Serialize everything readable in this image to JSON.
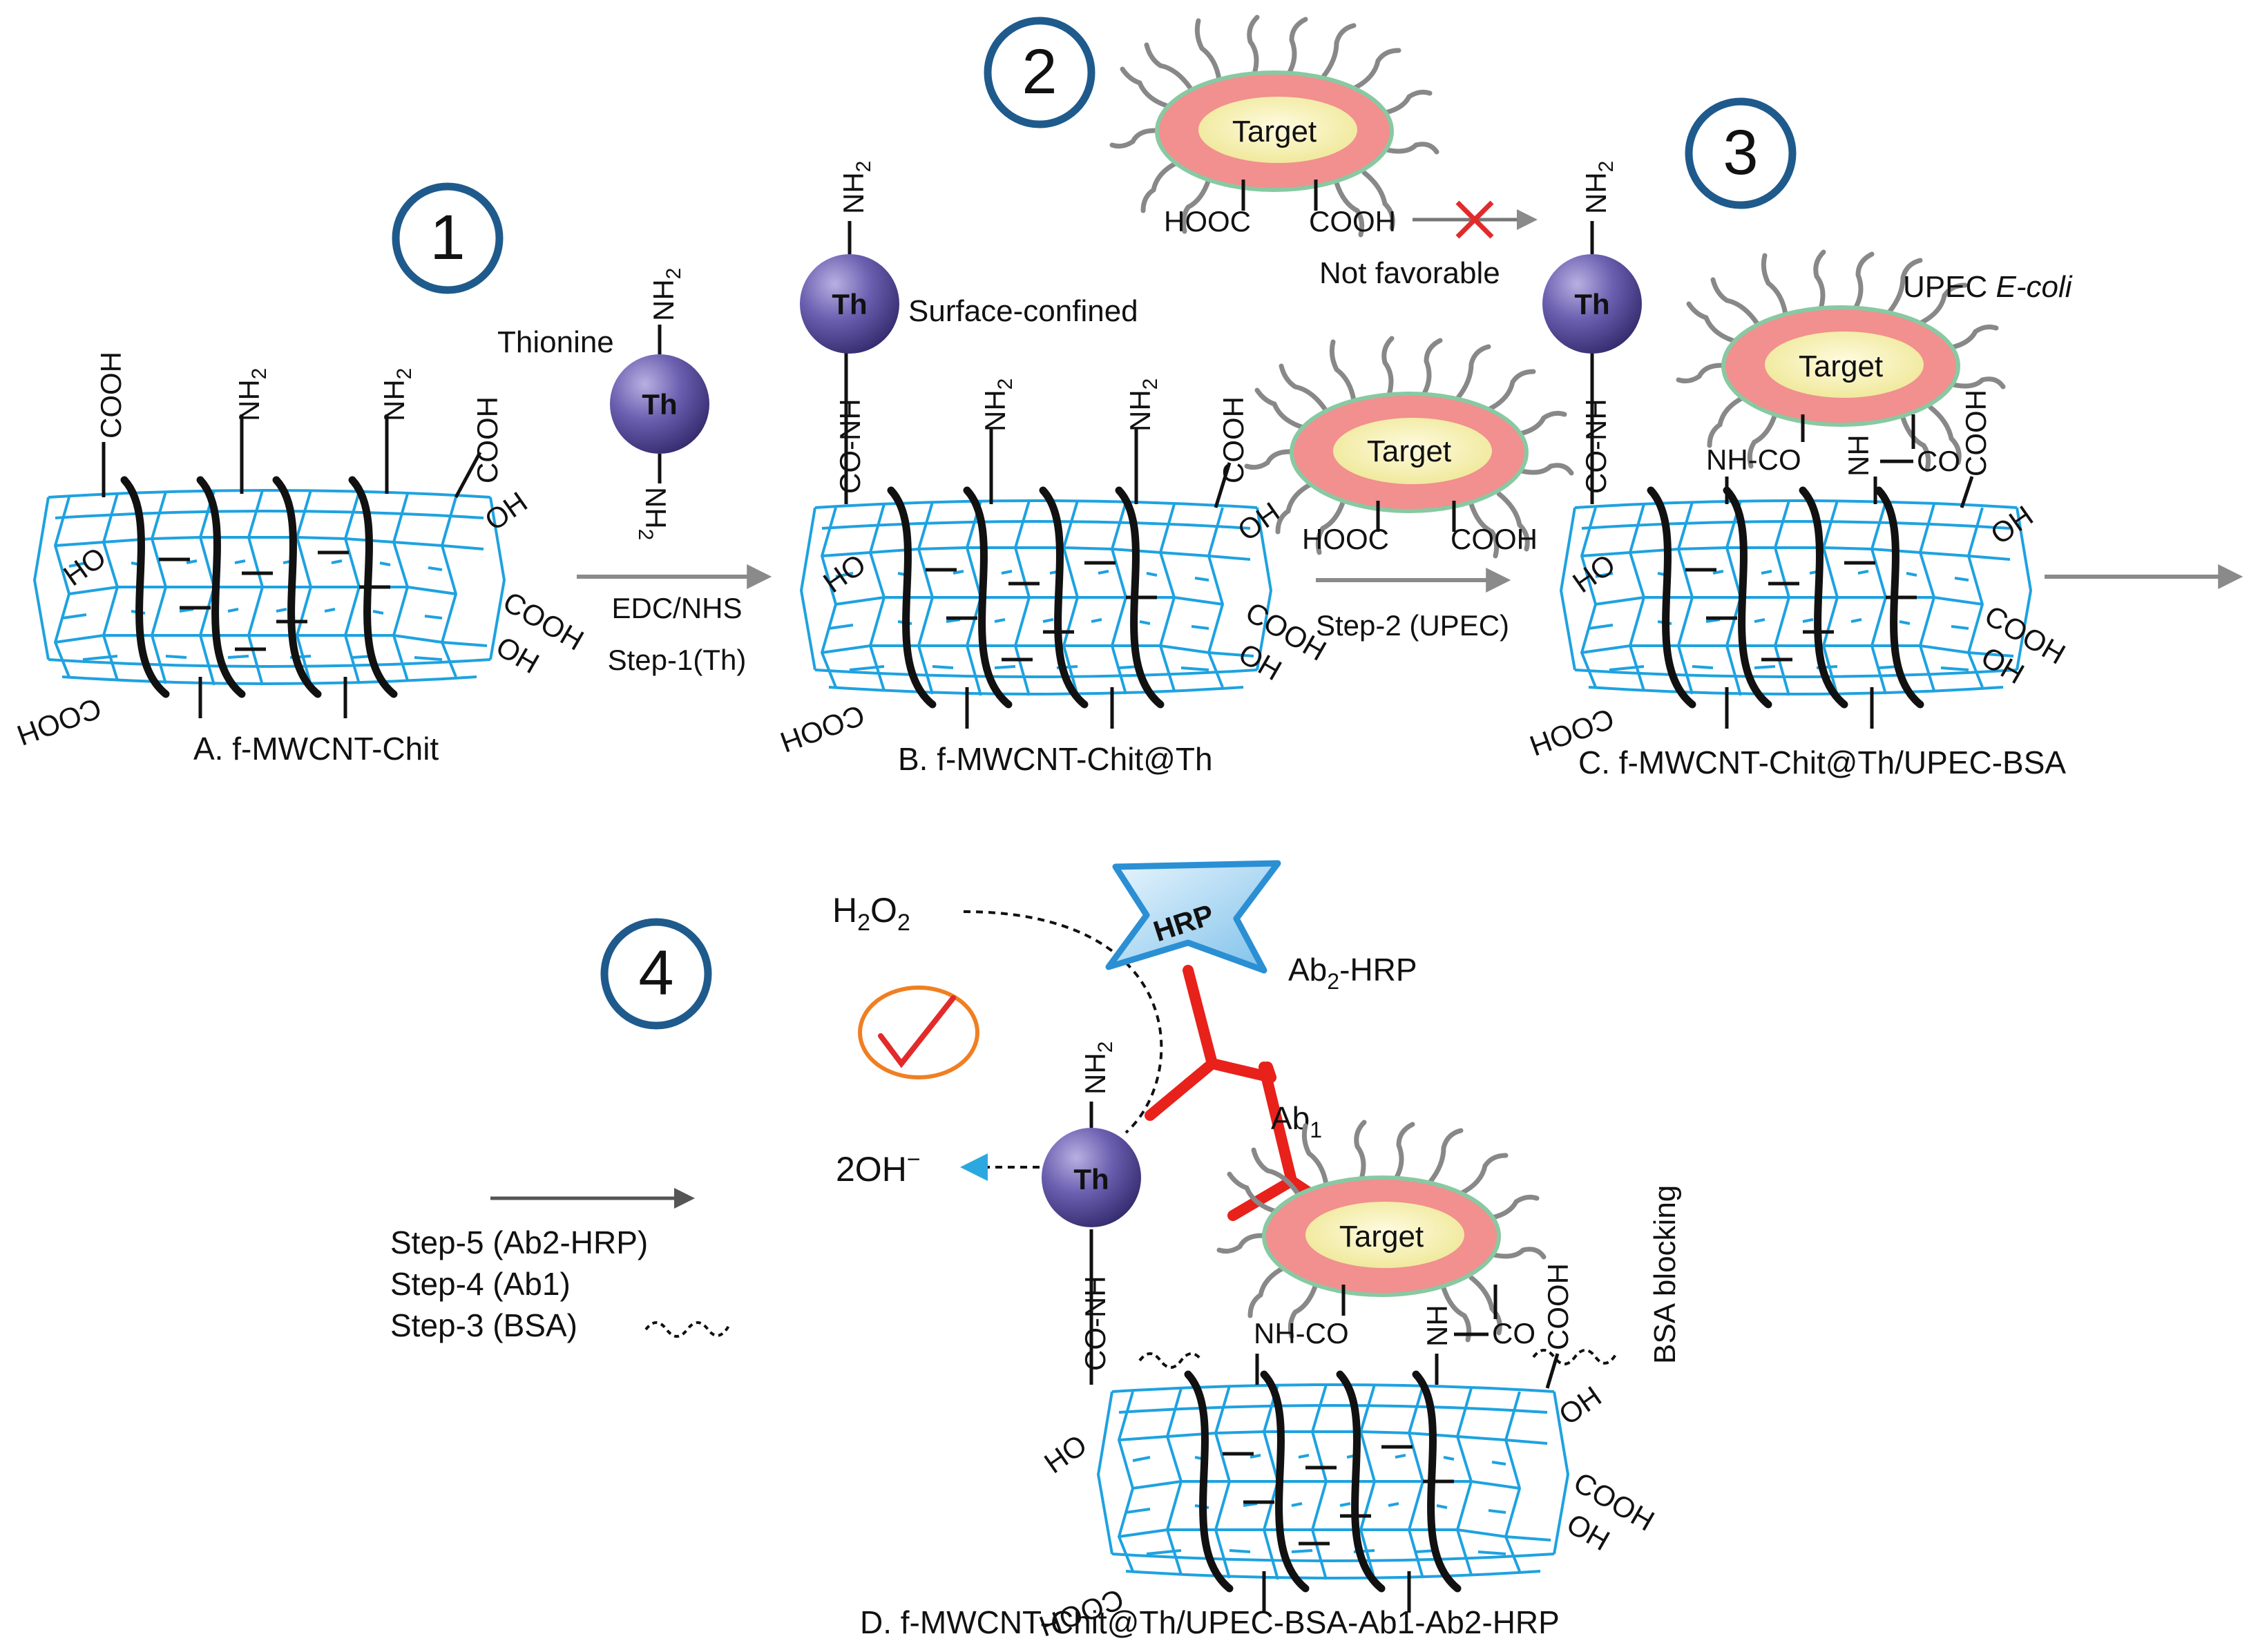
{
  "steps": {
    "step1_number": "1",
    "step2_number": "2",
    "step3_number": "3",
    "step4_number": "4"
  },
  "panels": {
    "a_caption": "A. f-MWCNT-Chit",
    "b_caption": "B. f-MWCNT-Chit@Th",
    "c_caption": "C. f-MWCNT-Chit@Th/UPEC-BSA",
    "d_caption": "D. f-MWCNT-Chit@Th/UPEC-BSA-Ab1-Ab2-HRP"
  },
  "groups": {
    "cooh": "COOH",
    "hooc": "HOOC",
    "oh": "OH",
    "ho": "HO",
    "nh2": "NH2",
    "nh2_base": "NH",
    "nh2_sub": "2",
    "co_nh": "CO-NH",
    "nh_co": "NH-CO",
    "nh": "NH",
    "co": "CO",
    "th": "Th"
  },
  "labels": {
    "thionine": "Thionine",
    "surface_confined": "Surface-confined",
    "not_favorable": "Not favorable",
    "upec": "UPEC ",
    "e_coli": "E-coli",
    "target": "Target",
    "hrp": "HRP",
    "ab2_hrp_base": "Ab",
    "ab2_hrp_sub": "2",
    "ab2_hrp_rest": "-HRP",
    "ab1_base": "Ab",
    "ab1_sub": "1",
    "h2o2_h": "H",
    "h2o2_sub": "2",
    "h2o2_o": "O",
    "h2o2_sub2": "2",
    "oh_minus": "2OH",
    "oh_minus_sup": "−",
    "bsa_blocking": "BSA blocking"
  },
  "arrows": {
    "step1_reagent": "EDC/NHS",
    "step1_label": "Step-1(Th)",
    "step2_label": "Step-2 (UPEC)",
    "step5_label": "Step-5 (Ab2-HRP)",
    "step4_label": "Step-4 (Ab1)",
    "step3_label": "Step-3 (BSA)"
  },
  "colors": {
    "nanotube": "#1ea2e0",
    "chitosan": "#111111",
    "thionine": "#4a3f85",
    "bacteria_outer": "#f08d8d",
    "bacteria_inner": "#f6f2a2",
    "antibody": "#e8211b",
    "hrp": "#8ecbf0",
    "step_circle": "#1f5a8c",
    "check": "#f07f22"
  }
}
